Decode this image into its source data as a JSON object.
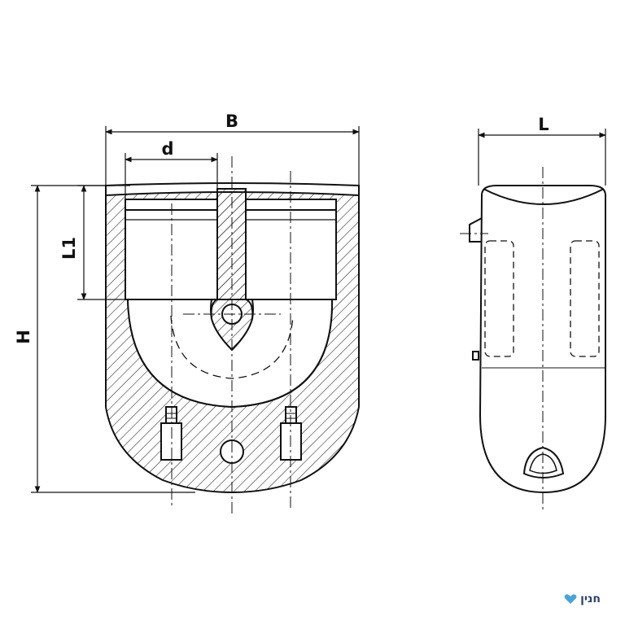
{
  "dimensions": {
    "B": "B",
    "d": "d",
    "L1": "L1",
    "H": "H",
    "L": "L"
  },
  "logo": {
    "text": "חנין",
    "color": "#2b3f6e",
    "accent": "#4aa3d8"
  }
}
